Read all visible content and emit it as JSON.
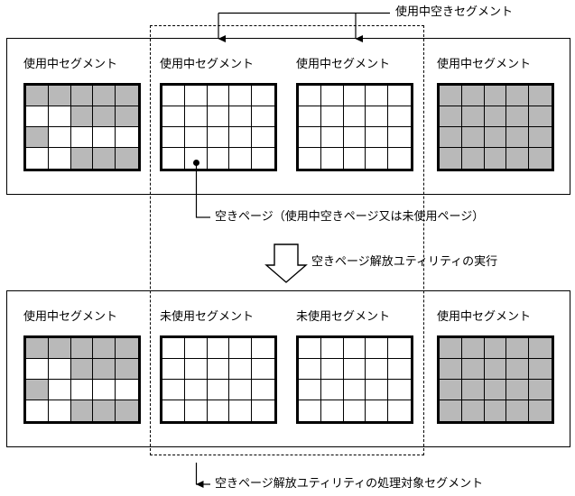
{
  "diagram": {
    "title_note_top": "使用中空きセグメント",
    "note_free_page": "空きページ（使用中空きページ又は未使用ページ）",
    "note_utility_run": "空きページ解放ユティリティの実行",
    "note_target_segments": "空きページ解放ユティリティの処理対象セグメント",
    "labels": {
      "used_segment": "使用中セグメント",
      "unused_segment": "未使用セグメント"
    },
    "colors": {
      "used_cell": "#b9b9b9",
      "free_cell": "#ffffff",
      "line": "#000000",
      "background": "#ffffff"
    },
    "grid_shape": {
      "cols": 5,
      "rows": 4
    },
    "before": {
      "segments": [
        {
          "label": "使用中セグメント",
          "state": "used",
          "cells": [
            [
              "used",
              "used",
              "used",
              "used",
              "used"
            ],
            [
              "free",
              "free",
              "used",
              "used",
              "used"
            ],
            [
              "used",
              "free",
              "free",
              "free",
              "free"
            ],
            [
              "free",
              "free",
              "used",
              "used",
              "used"
            ]
          ]
        },
        {
          "label": "使用中セグメント",
          "state": "used-empty",
          "cells": [
            [
              "free",
              "free",
              "free",
              "free",
              "free"
            ],
            [
              "free",
              "free",
              "free",
              "free",
              "free"
            ],
            [
              "free",
              "free",
              "free",
              "free",
              "free"
            ],
            [
              "free",
              "free",
              "free",
              "free",
              "free"
            ]
          ]
        },
        {
          "label": "使用中セグメント",
          "state": "used-empty",
          "cells": [
            [
              "free",
              "free",
              "free",
              "free",
              "free"
            ],
            [
              "free",
              "free",
              "free",
              "free",
              "free"
            ],
            [
              "free",
              "free",
              "free",
              "free",
              "free"
            ],
            [
              "free",
              "free",
              "free",
              "free",
              "free"
            ]
          ]
        },
        {
          "label": "使用中セグメント",
          "state": "used-full",
          "cells": [
            [
              "used",
              "used",
              "used",
              "used",
              "used"
            ],
            [
              "used",
              "used",
              "used",
              "used",
              "used"
            ],
            [
              "used",
              "used",
              "used",
              "used",
              "used"
            ],
            [
              "used",
              "used",
              "used",
              "used",
              "used"
            ]
          ]
        }
      ]
    },
    "after": {
      "segments": [
        {
          "label": "使用中セグメント",
          "state": "used",
          "cells": [
            [
              "used",
              "used",
              "used",
              "used",
              "used"
            ],
            [
              "free",
              "free",
              "used",
              "used",
              "used"
            ],
            [
              "used",
              "free",
              "free",
              "free",
              "free"
            ],
            [
              "free",
              "free",
              "used",
              "used",
              "used"
            ]
          ]
        },
        {
          "label": "未使用セグメント",
          "state": "unused",
          "cells": [
            [
              "free",
              "free",
              "free",
              "free",
              "free"
            ],
            [
              "free",
              "free",
              "free",
              "free",
              "free"
            ],
            [
              "free",
              "free",
              "free",
              "free",
              "free"
            ],
            [
              "free",
              "free",
              "free",
              "free",
              "free"
            ]
          ]
        },
        {
          "label": "未使用セグメント",
          "state": "unused",
          "cells": [
            [
              "free",
              "free",
              "free",
              "free",
              "free"
            ],
            [
              "free",
              "free",
              "free",
              "free",
              "free"
            ],
            [
              "free",
              "free",
              "free",
              "free",
              "free"
            ],
            [
              "free",
              "free",
              "free",
              "free",
              "free"
            ]
          ]
        },
        {
          "label": "使用中セグメント",
          "state": "used-full",
          "cells": [
            [
              "used",
              "used",
              "used",
              "used",
              "used"
            ],
            [
              "used",
              "used",
              "used",
              "used",
              "used"
            ],
            [
              "used",
              "used",
              "used",
              "used",
              "used"
            ],
            [
              "used",
              "used",
              "used",
              "used",
              "used"
            ]
          ]
        }
      ]
    }
  }
}
